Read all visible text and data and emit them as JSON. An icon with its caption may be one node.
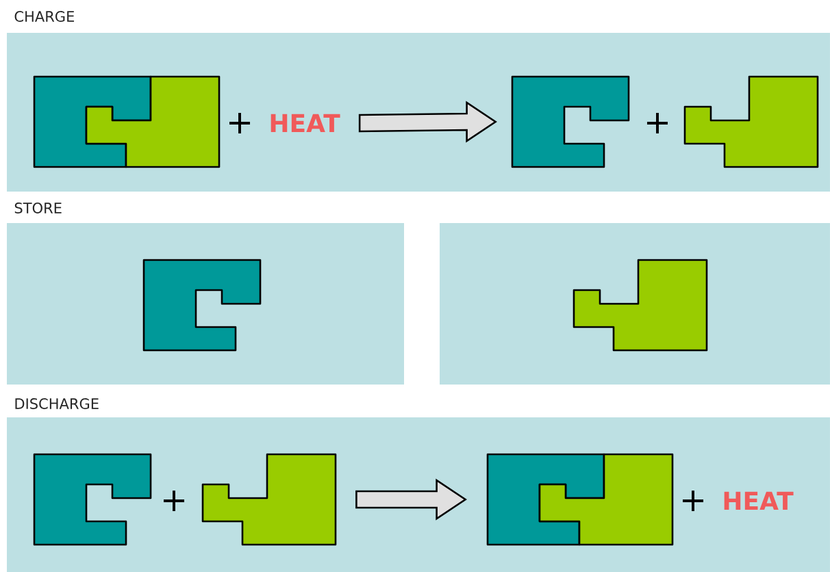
{
  "diagram": {
    "nodes": [
      {
        "text": [
          "CHARGE"
        ]
      },
      {
        "text": [],
        "shape": "box",
        "in": 0
      },
      {
        "text": [
          "HEAT"
        ],
        "in": 0
      },
      {
        "text": [],
        "shape": "box",
        "in": 0
      },
      {
        "text": [],
        "shape": "box",
        "in": 0
      },
      {
        "text": [
          "STORE"
        ]
      },
      {
        "text": [],
        "shape": "box",
        "in": 5
      },
      {
        "text": [],
        "shape": "box"
      },
      {
        "text": [],
        "shape": "box",
        "in": 7
      },
      {
        "text": [
          "DISCHARGE"
        ]
      },
      {
        "text": [],
        "shape": "box",
        "in": 9
      },
      {
        "text": [],
        "shape": "box",
        "in": 9
      },
      {
        "text": [],
        "shape": "box",
        "in": 9
      }
    ],
    "edges": [
      {
        "from": 2,
        "to": 3,
        "arrow": "to"
      },
      {
        "from": 11,
        "to": 12,
        "arrow": "to"
      }
    ],
    "labels": [
      "+",
      "+",
      "+",
      "+",
      "HEAT"
    ]
  }
}
